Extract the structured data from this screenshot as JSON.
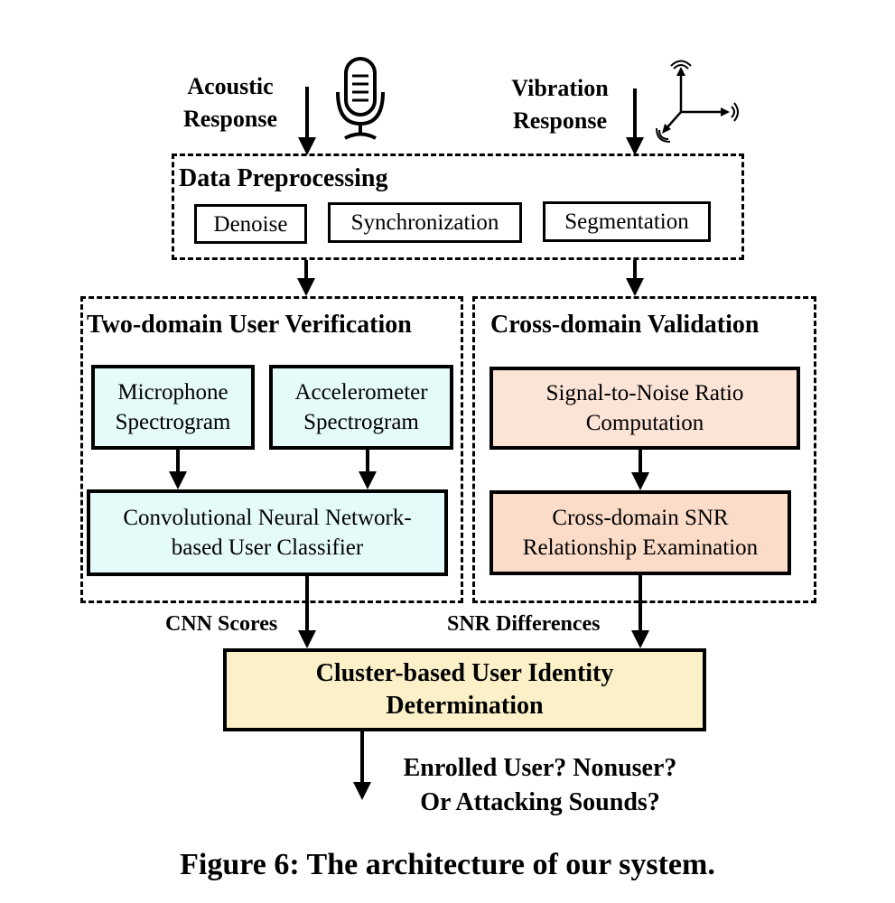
{
  "inputs": {
    "acoustic": [
      "Acoustic",
      "Response"
    ],
    "vibration": [
      "Vibration",
      "Response"
    ]
  },
  "preprocessing": {
    "title": "Data Preprocessing",
    "steps": [
      "Denoise",
      "Synchronization",
      "Segmentation"
    ]
  },
  "two_domain": {
    "title": "Two-domain User Verification",
    "mic": [
      "Microphone",
      "Spectrogram"
    ],
    "accel": [
      "Accelerometer",
      "Spectrogram"
    ],
    "cnn": [
      "Convolutional Neural Network-",
      "based User Classifier"
    ]
  },
  "cross_domain": {
    "title": "Cross-domain Validation",
    "snr": [
      "Signal-to-Noise Ratio",
      "Computation"
    ],
    "relation": [
      "Cross-domain SNR",
      "Relationship Examination"
    ]
  },
  "links": {
    "cnn_scores": "CNN Scores",
    "snr_diff": "SNR Differences"
  },
  "cluster": [
    "Cluster-based User Identity",
    "Determination"
  ],
  "output": [
    "Enrolled User? Nonuser?",
    "Or Attacking Sounds?"
  ],
  "caption": "Figure 6: The architecture of our system.",
  "icons": [
    "microphone-icon",
    "accelerometer-axes-icon"
  ],
  "colors": {
    "cyan_box": "#e4fbfa",
    "peach_box": "#fbe3d6",
    "peach_box_dark": "#fbdcc8",
    "yellow_box": "#fbf0c8"
  }
}
